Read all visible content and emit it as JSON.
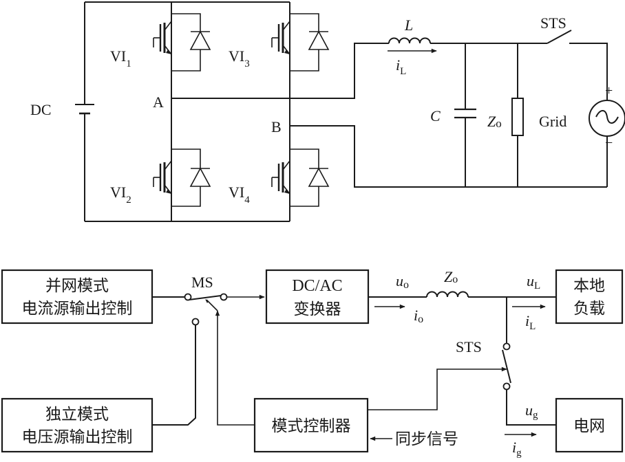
{
  "circuit": {
    "dc_label": "DC",
    "node_a": "A",
    "node_b": "B",
    "switches": [
      {
        "prefix": "VI",
        "sub": "1"
      },
      {
        "prefix": "VI",
        "sub": "3"
      },
      {
        "prefix": "VI",
        "sub": "2"
      },
      {
        "prefix": "VI",
        "sub": "4"
      }
    ],
    "inductor_label": "L",
    "current": {
      "sym": "i",
      "sub": "L"
    },
    "capacitor_label": "C",
    "impedance": {
      "sym": "Z",
      "sub": "o"
    },
    "sts_label": "STS",
    "grid_label": "Grid",
    "plus": "+",
    "minus": "−"
  },
  "block": {
    "gc_line1": "并网模式",
    "gc_line2": "电流源输出控制",
    "sa_line1": "独立模式",
    "sa_line2": "电压源输出控制",
    "ms_label": "MS",
    "inv_line1": "DC/AC",
    "inv_line2": "变换器",
    "uo": {
      "sym": "u",
      "sub": "o"
    },
    "io": {
      "sym": "i",
      "sub": "o"
    },
    "zo": {
      "sym": "Z",
      "sub": "o"
    },
    "ul": {
      "sym": "u",
      "sub": "L"
    },
    "il": {
      "sym": "i",
      "sub": "L"
    },
    "load_line1": "本地",
    "load_line2": "负载",
    "sts_label": "STS",
    "mode_ctrl": "模式控制器",
    "sync": "同步信号",
    "ug": {
      "sym": "u",
      "sub": "g"
    },
    "ig": {
      "sym": "i",
      "sub": "g"
    },
    "grid_cn": "电网"
  }
}
